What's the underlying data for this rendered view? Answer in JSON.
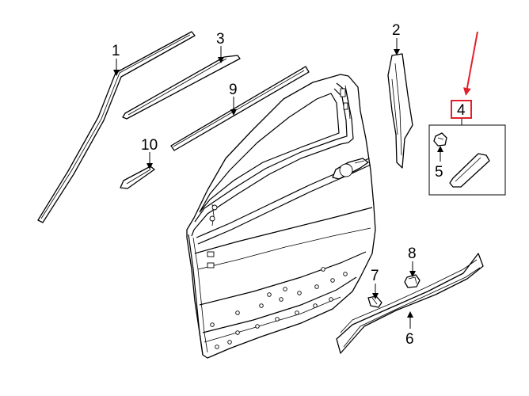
{
  "diagram": {
    "highlight_color": "#e0202a",
    "line_color": "#000000",
    "background": "#ffffff",
    "callouts": [
      {
        "id": "1",
        "label": "1"
      },
      {
        "id": "2",
        "label": "2"
      },
      {
        "id": "3",
        "label": "3"
      },
      {
        "id": "4",
        "label": "4",
        "highlighted": true
      },
      {
        "id": "5",
        "label": "5"
      },
      {
        "id": "6",
        "label": "6"
      },
      {
        "id": "7",
        "label": "7"
      },
      {
        "id": "8",
        "label": "8"
      },
      {
        "id": "9",
        "label": "9"
      },
      {
        "id": "10",
        "label": "10"
      }
    ]
  }
}
